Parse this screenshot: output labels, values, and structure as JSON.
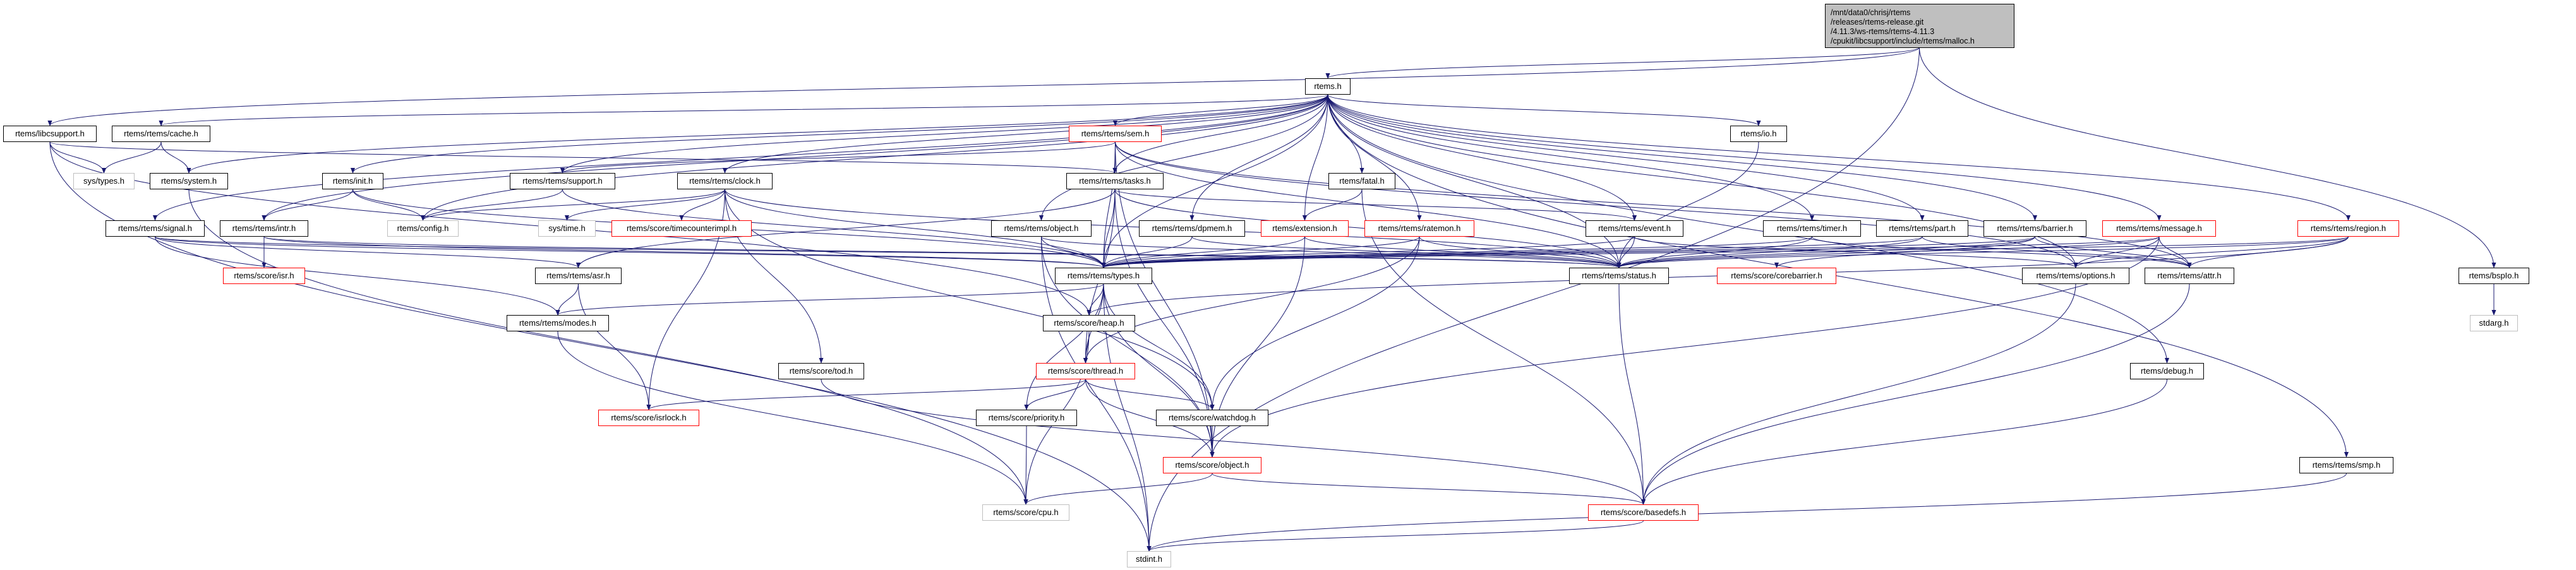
{
  "colors": {
    "edge": "#191970",
    "normal_border": "#000000",
    "truncated_border": "#ff0000",
    "external_border": "#bfbfbf",
    "root_fill": "#bfbfbf"
  },
  "root": {
    "id": "malloc",
    "lines": [
      "/mnt/data0/chrisj/rtems",
      "/releases/rtems-release.git",
      "/4.11.3/ws-rtems/rtems-4.11.3",
      "/cpukit/libcsupport/include/rtems/malloc.h"
    ]
  },
  "nodes": [
    {
      "id": "rtems",
      "label": "rtems.h",
      "status": "normal"
    },
    {
      "id": "libcsupport",
      "label": "rtems/libcsupport.h",
      "status": "normal"
    },
    {
      "id": "cache",
      "label": "rtems/rtems/cache.h",
      "status": "normal"
    },
    {
      "id": "systypes",
      "label": "sys/types.h",
      "status": "external"
    },
    {
      "id": "system",
      "label": "rtems/system.h",
      "status": "normal"
    },
    {
      "id": "init",
      "label": "rtems/init.h",
      "status": "normal"
    },
    {
      "id": "support",
      "label": "rtems/rtems/support.h",
      "status": "normal"
    },
    {
      "id": "clock",
      "label": "rtems/rtems/clock.h",
      "status": "normal"
    },
    {
      "id": "signal",
      "label": "rtems/rtems/signal.h",
      "status": "normal"
    },
    {
      "id": "intr",
      "label": "rtems/rtems/intr.h",
      "status": "normal"
    },
    {
      "id": "config",
      "label": "rtems/config.h",
      "status": "external"
    },
    {
      "id": "systime",
      "label": "sys/time.h",
      "status": "external"
    },
    {
      "id": "timecounter",
      "label": "rtems/score/timecounterimpl.h",
      "status": "truncated"
    },
    {
      "id": "isr",
      "label": "rtems/score/isr.h",
      "status": "truncated"
    },
    {
      "id": "asr",
      "label": "rtems/rtems/asr.h",
      "status": "normal"
    },
    {
      "id": "modes",
      "label": "rtems/rtems/modes.h",
      "status": "normal"
    },
    {
      "id": "tod",
      "label": "rtems/score/tod.h",
      "status": "normal"
    },
    {
      "id": "isrlock",
      "label": "rtems/score/isrlock.h",
      "status": "truncated"
    },
    {
      "id": "sem",
      "label": "rtems/rtems/sem.h",
      "status": "truncated"
    },
    {
      "id": "tasks",
      "label": "rtems/rtems/tasks.h",
      "status": "normal"
    },
    {
      "id": "fatal",
      "label": "rtems/fatal.h",
      "status": "normal"
    },
    {
      "id": "robject",
      "label": "rtems/rtems/object.h",
      "status": "normal"
    },
    {
      "id": "dpmem",
      "label": "rtems/rtems/dpmem.h",
      "status": "normal"
    },
    {
      "id": "extension",
      "label": "rtems/extension.h",
      "status": "truncated"
    },
    {
      "id": "ratemon",
      "label": "rtems/rtems/ratemon.h",
      "status": "truncated"
    },
    {
      "id": "event",
      "label": "rtems/rtems/event.h",
      "status": "normal"
    },
    {
      "id": "types",
      "label": "rtems/rtems/types.h",
      "status": "normal"
    },
    {
      "id": "status",
      "label": "rtems/rtems/status.h",
      "status": "normal"
    },
    {
      "id": "heap",
      "label": "rtems/score/heap.h",
      "status": "normal"
    },
    {
      "id": "thread",
      "label": "rtems/score/thread.h",
      "status": "truncated"
    },
    {
      "id": "priority",
      "label": "rtems/score/priority.h",
      "status": "normal"
    },
    {
      "id": "watchdog",
      "label": "rtems/score/watchdog.h",
      "status": "normal"
    },
    {
      "id": "sobject",
      "label": "rtems/score/object.h",
      "status": "truncated"
    },
    {
      "id": "cpu",
      "label": "rtems/score/cpu.h",
      "status": "external"
    },
    {
      "id": "basedefs",
      "label": "rtems/score/basedefs.h",
      "status": "truncated"
    },
    {
      "id": "stdint",
      "label": "stdint.h",
      "status": "external"
    },
    {
      "id": "io",
      "label": "rtems/io.h",
      "status": "normal"
    },
    {
      "id": "timer",
      "label": "rtems/rtems/timer.h",
      "status": "normal"
    },
    {
      "id": "part",
      "label": "rtems/rtems/part.h",
      "status": "normal"
    },
    {
      "id": "barrier",
      "label": "rtems/rtems/barrier.h",
      "status": "normal"
    },
    {
      "id": "message",
      "label": "rtems/rtems/message.h",
      "status": "truncated"
    },
    {
      "id": "region",
      "label": "rtems/rtems/region.h",
      "status": "truncated"
    },
    {
      "id": "corebarrier",
      "label": "rtems/score/corebarrier.h",
      "status": "truncated"
    },
    {
      "id": "options",
      "label": "rtems/rtems/options.h",
      "status": "normal"
    },
    {
      "id": "attr",
      "label": "rtems/rtems/attr.h",
      "status": "normal"
    },
    {
      "id": "bspio",
      "label": "rtems/bspIo.h",
      "status": "normal"
    },
    {
      "id": "stdarg",
      "label": "stdarg.h",
      "status": "external"
    },
    {
      "id": "debug",
      "label": "rtems/debug.h",
      "status": "normal"
    },
    {
      "id": "smp",
      "label": "rtems/rtems/smp.h",
      "status": "normal"
    }
  ],
  "edges": [
    [
      "malloc",
      "rtems"
    ],
    [
      "malloc",
      "libcsupport"
    ],
    [
      "malloc",
      "bspio"
    ],
    [
      "malloc",
      "stdint"
    ],
    [
      "libcsupport",
      "systypes"
    ],
    [
      "libcsupport",
      "stdint"
    ],
    [
      "libcsupport",
      "tasks"
    ],
    [
      "libcsupport",
      "heap"
    ],
    [
      "rtems",
      "cache"
    ],
    [
      "rtems",
      "system"
    ],
    [
      "rtems",
      "init"
    ],
    [
      "rtems",
      "support"
    ],
    [
      "rtems",
      "clock"
    ],
    [
      "rtems",
      "signal"
    ],
    [
      "rtems",
      "intr"
    ],
    [
      "rtems",
      "config"
    ],
    [
      "rtems",
      "sem"
    ],
    [
      "rtems",
      "tasks"
    ],
    [
      "rtems",
      "fatal"
    ],
    [
      "rtems",
      "robject"
    ],
    [
      "rtems",
      "dpmem"
    ],
    [
      "rtems",
      "extension"
    ],
    [
      "rtems",
      "ratemon"
    ],
    [
      "rtems",
      "event"
    ],
    [
      "rtems",
      "types"
    ],
    [
      "rtems",
      "status"
    ],
    [
      "rtems",
      "io"
    ],
    [
      "rtems",
      "timer"
    ],
    [
      "rtems",
      "part"
    ],
    [
      "rtems",
      "barrier"
    ],
    [
      "rtems",
      "message"
    ],
    [
      "rtems",
      "region"
    ],
    [
      "rtems",
      "options"
    ],
    [
      "rtems",
      "debug"
    ],
    [
      "rtems",
      "smp"
    ],
    [
      "cache",
      "systypes"
    ],
    [
      "cache",
      "system"
    ],
    [
      "system",
      "cpu"
    ],
    [
      "init",
      "intr"
    ],
    [
      "init",
      "config"
    ],
    [
      "init",
      "types"
    ],
    [
      "support",
      "config"
    ],
    [
      "support",
      "types"
    ],
    [
      "clock",
      "config"
    ],
    [
      "clock",
      "systime"
    ],
    [
      "clock",
      "timecounter"
    ],
    [
      "clock",
      "tod"
    ],
    [
      "clock",
      "types"
    ],
    [
      "clock",
      "status"
    ],
    [
      "clock",
      "isrlock"
    ],
    [
      "clock",
      "watchdog"
    ],
    [
      "signal",
      "asr"
    ],
    [
      "signal",
      "modes"
    ],
    [
      "signal",
      "types"
    ],
    [
      "signal",
      "status"
    ],
    [
      "intr",
      "isr"
    ],
    [
      "intr",
      "types"
    ],
    [
      "intr",
      "status"
    ],
    [
      "asr",
      "modes"
    ],
    [
      "asr",
      "isrlock"
    ],
    [
      "modes",
      "cpu"
    ],
    [
      "tod",
      "basedefs"
    ],
    [
      "sem",
      "support"
    ],
    [
      "sem",
      "tasks"
    ],
    [
      "sem",
      "types"
    ],
    [
      "sem",
      "status"
    ],
    [
      "sem",
      "options"
    ],
    [
      "sem",
      "attr"
    ],
    [
      "sem",
      "sobject"
    ],
    [
      "tasks",
      "types"
    ],
    [
      "tasks",
      "status"
    ],
    [
      "tasks",
      "asr"
    ],
    [
      "tasks",
      "thread"
    ],
    [
      "tasks",
      "sobject"
    ],
    [
      "tasks",
      "event"
    ],
    [
      "fatal",
      "extension"
    ],
    [
      "fatal",
      "basedefs"
    ],
    [
      "robject",
      "types"
    ],
    [
      "robject",
      "status"
    ],
    [
      "robject",
      "sobject"
    ],
    [
      "robject",
      "stdint"
    ],
    [
      "dpmem",
      "types"
    ],
    [
      "dpmem",
      "status"
    ],
    [
      "extension",
      "types"
    ],
    [
      "extension",
      "status"
    ],
    [
      "extension",
      "sobject"
    ],
    [
      "ratemon",
      "types"
    ],
    [
      "ratemon",
      "status"
    ],
    [
      "ratemon",
      "thread"
    ],
    [
      "ratemon",
      "watchdog"
    ],
    [
      "event",
      "types"
    ],
    [
      "event",
      "status"
    ],
    [
      "event",
      "options"
    ],
    [
      "types",
      "heap"
    ],
    [
      "types",
      "thread"
    ],
    [
      "types",
      "priority"
    ],
    [
      "types",
      "watchdog"
    ],
    [
      "types",
      "sobject"
    ],
    [
      "types",
      "modes"
    ],
    [
      "types",
      "stdint"
    ],
    [
      "heap",
      "thread"
    ],
    [
      "heap",
      "cpu"
    ],
    [
      "thread",
      "priority"
    ],
    [
      "thread",
      "watchdog"
    ],
    [
      "thread",
      "sobject"
    ],
    [
      "thread",
      "isrlock"
    ],
    [
      "priority",
      "cpu"
    ],
    [
      "watchdog",
      "sobject"
    ],
    [
      "sobject",
      "cpu"
    ],
    [
      "sobject",
      "basedefs"
    ],
    [
      "status",
      "basedefs"
    ],
    [
      "basedefs",
      "stdint"
    ],
    [
      "io",
      "status"
    ],
    [
      "timer",
      "types"
    ],
    [
      "timer",
      "status"
    ],
    [
      "timer",
      "attr"
    ],
    [
      "part",
      "types"
    ],
    [
      "part",
      "status"
    ],
    [
      "part",
      "attr"
    ],
    [
      "barrier",
      "types"
    ],
    [
      "barrier",
      "status"
    ],
    [
      "barrier",
      "corebarrier"
    ],
    [
      "barrier",
      "attr"
    ],
    [
      "message",
      "types"
    ],
    [
      "message",
      "status"
    ],
    [
      "message",
      "options"
    ],
    [
      "message",
      "attr"
    ],
    [
      "message",
      "sobject"
    ],
    [
      "region",
      "types"
    ],
    [
      "region",
      "status"
    ],
    [
      "region",
      "options"
    ],
    [
      "region",
      "attr"
    ],
    [
      "region",
      "heap"
    ],
    [
      "options",
      "basedefs"
    ],
    [
      "attr",
      "basedefs"
    ],
    [
      "bspio",
      "stdarg"
    ],
    [
      "debug",
      "basedefs"
    ],
    [
      "smp",
      "stdint"
    ]
  ]
}
